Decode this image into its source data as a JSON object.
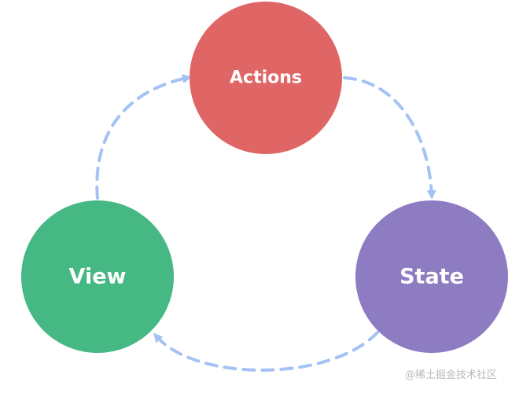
{
  "nodes": {
    "actions": {
      "label": "Actions",
      "color": "#e06666"
    },
    "state": {
      "label": "State",
      "color": "#8e7cc3"
    },
    "view": {
      "label": "View",
      "color": "#45b883"
    }
  },
  "arrows": {
    "color": "#a4c2f4",
    "style": "dashed"
  },
  "watermark": {
    "text": "@稀土掘金技术社区"
  }
}
